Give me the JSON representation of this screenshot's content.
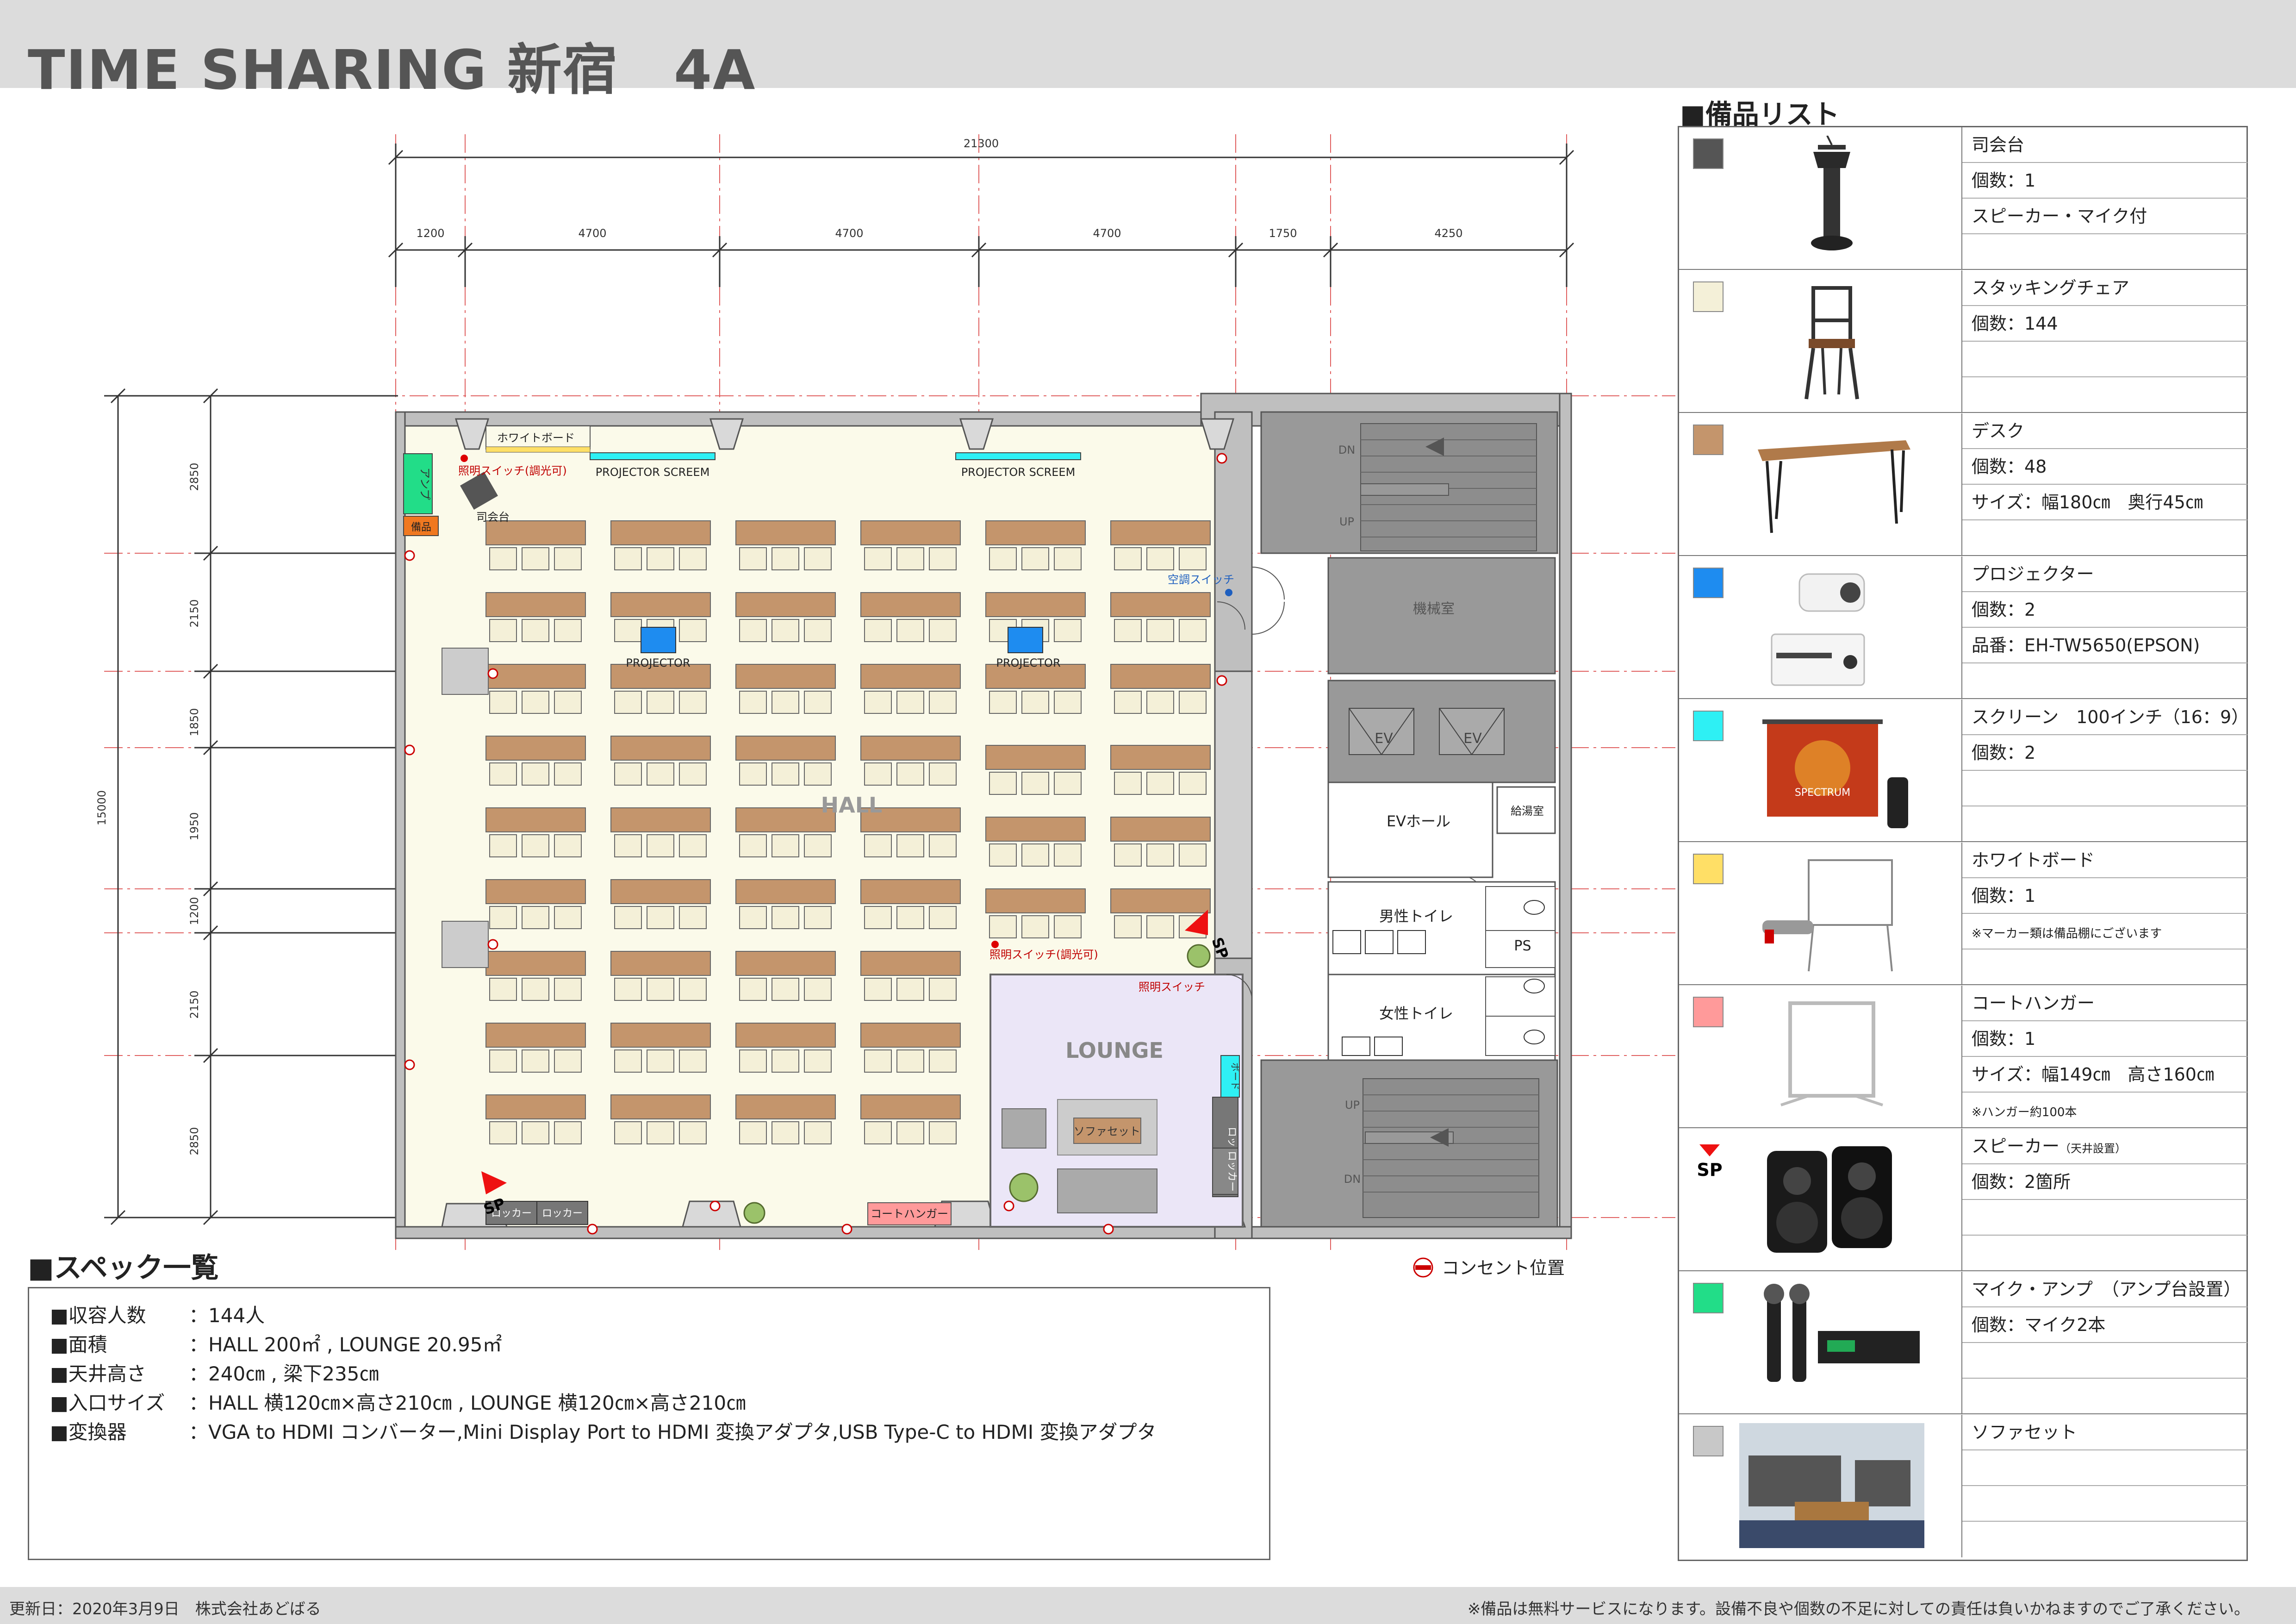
{
  "header": {
    "title": "TIME SHARING 新宿　4A"
  },
  "footer": {
    "updated": "更新日：2020年3月9日　株式会社あどばる",
    "disclaimer": "※備品は無料サービスになります。設備不良や個数の不足に対しての責任は負いかねますのでご了承ください。"
  },
  "floorplan": {
    "total_width_dim": "21300",
    "width_dims": [
      "1200",
      "4700",
      "4700",
      "4700",
      "1750",
      "4250"
    ],
    "total_height_dim": "15000",
    "height_dims": [
      "2850",
      "2150",
      "1850",
      "1950",
      "1200",
      "2150",
      "2850"
    ],
    "labels": {
      "whiteboard": "ホワイトボード",
      "light_switch_1": "照明スイッチ(調光可)",
      "light_switch_2": "照明スイッチ(調光可)",
      "light_switch_3": "照明スイッチ",
      "projector_screen_1": "PROJECTOR SCREEM",
      "projector_screen_2": "PROJECTOR SCREEM",
      "amp": "アンプ",
      "equipment": "備品",
      "podium": "司会台",
      "projector_1": "PROJECTOR",
      "projector_2": "PROJECTOR",
      "ac_switch": "空調スイッチ",
      "hall": "HALL",
      "lounge": "LOUNGE",
      "sofa_set": "ソファセット",
      "locker_1": "ロッカー",
      "locker_2": "ロッカー",
      "locker_3": "ロッカー",
      "locker_4": "ロッカー",
      "coat_hanger": "コートハンガー",
      "sp": "SP",
      "dn_top": "DN",
      "up_top": "UP",
      "machine_room": "機械室",
      "ev1": "EV",
      "ev2": "EV",
      "ev_hall": "EVホール",
      "kitchenette": "給湯室",
      "mens_toilet": "男性トイレ",
      "ps": "PS",
      "womens_toilet": "女性トイレ",
      "up_bottom": "UP",
      "dn_bottom": "DN",
      "vertical_sign": "ボード",
      "outlet_legend": "コンセント位置"
    }
  },
  "spec": {
    "title": "■スペック一覧",
    "rows": [
      {
        "key": "■収容人数",
        "value": "：144人"
      },
      {
        "key": "■面積",
        "value": "：HALL 200㎡ , LOUNGE 20.95㎡"
      },
      {
        "key": "■天井高さ",
        "value": "：240㎝ , 梁下235㎝"
      },
      {
        "key": "■入口サイズ",
        "value": "：HALL 横120㎝×高さ210㎝ , LOUNGE 横120㎝×高さ210㎝"
      },
      {
        "key": "■変換器",
        "value": "：VGA to HDMI コンバーター,Mini Display Port to HDMI 変換アダプタ,USB Type-C to HDMI 変換アダプタ"
      }
    ]
  },
  "equipment": {
    "title": "■備品リスト",
    "items": [
      {
        "swatch": "#555555",
        "icon": "podium",
        "name": "司会台",
        "lines": [
          "個数：1",
          "スピーカー・マイク付",
          ""
        ]
      },
      {
        "swatch": "#f4f0d8",
        "icon": "chair",
        "name": "スタッキングチェア",
        "lines": [
          "個数：144",
          "",
          ""
        ]
      },
      {
        "swatch": "#c4956c",
        "icon": "desk",
        "name": "デスク",
        "lines": [
          "個数：48",
          "サイズ：幅180㎝　奥行45㎝",
          ""
        ]
      },
      {
        "swatch": "#1e8cf0",
        "icon": "projector",
        "name": "プロジェクター",
        "lines": [
          "個数：2",
          "品番：EH-TW5650(EPSON)",
          ""
        ]
      },
      {
        "swatch": "#2ef0f4",
        "icon": "screen",
        "name": "スクリーン　100インチ（16：9）",
        "lines": [
          "個数：2",
          "",
          ""
        ]
      },
      {
        "swatch": "#ffdf66",
        "icon": "whiteboard",
        "name": "ホワイトボード",
        "lines": [
          "個数：1",
          "※マーカー類は備品棚にございます",
          ""
        ]
      },
      {
        "swatch": "#ff9a9a",
        "icon": "coat-hanger",
        "name": "コートハンガー",
        "lines": [
          "個数：1",
          "サイズ：幅149㎝　高さ160㎝",
          "※ハンガー約100本"
        ]
      },
      {
        "swatch": "",
        "icon": "speaker",
        "name": "スピーカー",
        "name_note": "（天井設置）",
        "sp_label": "SP",
        "lines": [
          "個数：2箇所",
          "",
          ""
        ]
      },
      {
        "swatch": "#22dd88",
        "icon": "microphone",
        "name": "マイク・アンプ　（アンプ台設置）",
        "lines": [
          "個数：マイク2本",
          "",
          ""
        ]
      },
      {
        "swatch": "#c8c8c8",
        "icon": "sofa",
        "name": "ソファセット",
        "lines": [
          "",
          "",
          ""
        ]
      }
    ]
  }
}
